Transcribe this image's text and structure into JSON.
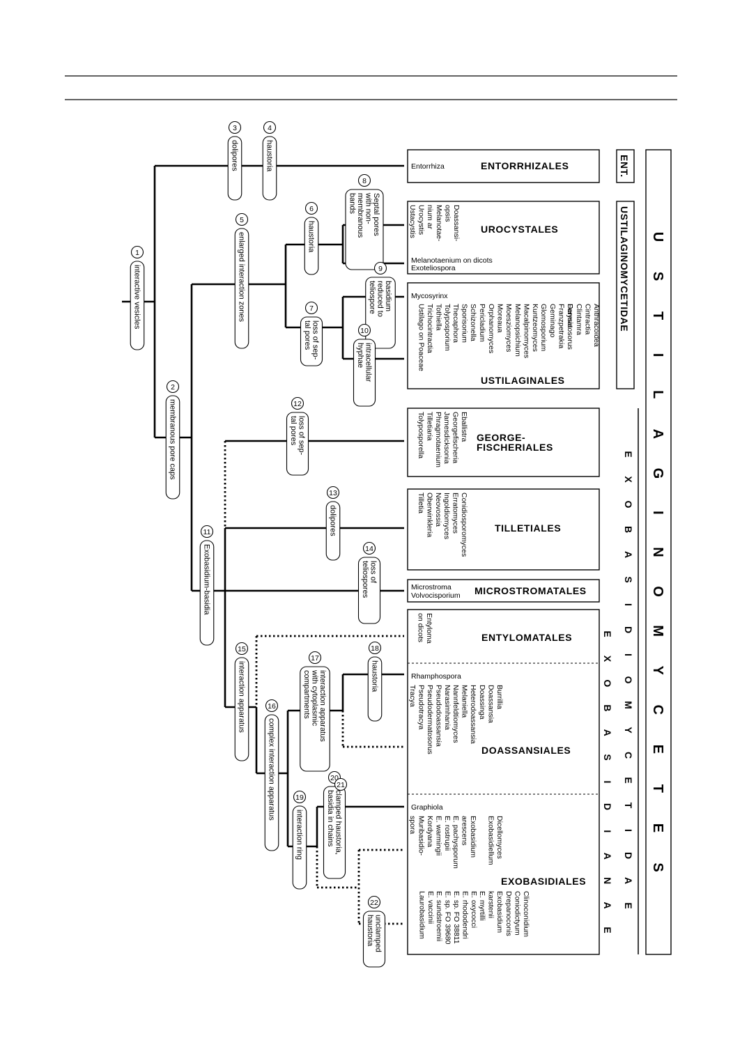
{
  "clades": {
    "main": "USTILAGINOMYCETES",
    "ustilaginomycetidae": "USTILAGINOMYCETIDAE",
    "ent": "ENT.",
    "exobasidiomycetidae": "EXOBASIDIOMYCETIDAE",
    "exobasidianae": "EXOBASIDIANAE"
  },
  "orders": {
    "entorrhizales": "ENTORRHIZALES",
    "urocystales": "UROCYSTALES",
    "ustilaginales": "USTILAGINALES",
    "georgefischeriales": [
      "GEORGE-",
      "FISCHERIALES"
    ],
    "tilletiales": "TILLETIALES",
    "microstromatales": "MICROSTROMATALES",
    "entylomatales": "ENTYLOMATALES",
    "doassansiales": "DOASSANSIALES",
    "exobasidiales": "EXOBASIDIALES"
  },
  "genera": {
    "entorrhizales": [
      "Entorrhiza"
    ],
    "urocystales_a": [
      "Doassansi-",
      "opsis",
      "Melanotae-",
      "nium ar",
      "Urocystis",
      "Ustacystis"
    ],
    "urocystales_b": [
      "Melanotaenium on dicots",
      "Exoteliospora"
    ],
    "ustilaginales_a": [
      "Mycosyrinx"
    ],
    "ustilaginales_b": [
      "Schizonella",
      "Sporisorium",
      "Thecaphora",
      "Tolyposporium",
      "Tothiella",
      "Trichocintractia",
      "Ustilago on Poaceae"
    ],
    "ustilaginales_c": [
      "Moesziomyces",
      "Moreaua",
      "Orphanomyces",
      "Pericladium"
    ],
    "ustilaginales_d": [
      "Kuntzeomyces",
      "Macalpinomyces",
      "Melanopsichium"
    ],
    "ustilaginales_e": [
      "Farysia",
      "Franzpetrakia",
      "Geminago",
      "Glomosporium"
    ],
    "ustilaginales_f": [
      "Anthracoidea",
      "Cintractia",
      "Clintamra",
      "Dermatosorus"
    ],
    "georgefischeriales": [
      "Eballistra",
      "Georgefischeria",
      "Jamesdicksonia",
      "Phragmotaenium",
      "Tilletiaria",
      "Tolyposporella"
    ],
    "tilletiales_a": [
      "Conidiosporomyces",
      "Erratomyces",
      "Ingoldiomyces",
      "Neovossia",
      "Oberwinkleria",
      "Tilletia"
    ],
    "microstromatales": [
      "Microstroma",
      "Volvocisporium"
    ],
    "entylomatales": [
      "Entyloma",
      "on dicots"
    ],
    "doassansiales_a": [
      "Rhamphospora"
    ],
    "doassansiales_b": [
      "Heterodoassansia",
      "Melaniella",
      "Nannfeldtiomyces",
      "Narasimhania",
      "Pseudodoassansia",
      "Pseudodermatosorus",
      "Pseudotracya",
      "Tracya"
    ],
    "doassansiales_c": [
      "Burrillia",
      "Doassansia",
      "Doassinga"
    ],
    "exobasidiales_a": [
      "Graphiola"
    ],
    "exobasidiales_b": [
      "Exobasidium",
      "arescens",
      "E. pachysporum",
      "E. rostrupii",
      "E. warmingii",
      "Kordyana",
      "Muribasidio-",
      "spora"
    ],
    "exobasidiales_c": [
      "Dicellomyces",
      "Exobasidiellum"
    ],
    "exobasidiales_d": [
      "Exobasidium",
      "karstenii",
      "E. myrtilli",
      "E. oxycocci",
      "E. rhododendri",
      "E. sp. FO 38811",
      "E. sp. FO 39680",
      "E. sundstroemii",
      "E. vaccinii",
      "Laurobasidium"
    ],
    "exobasidiales_e": [
      "Clinoconidium",
      "Coniodictyum",
      "Drepanoconis"
    ]
  },
  "characters": [
    {
      "n": "1",
      "lines": [
        "interactive vesicles"
      ]
    },
    {
      "n": "2",
      "lines": [
        "membranous pore caps"
      ]
    },
    {
      "n": "3",
      "lines": [
        "dolipores"
      ]
    },
    {
      "n": "4",
      "lines": [
        "haustoria"
      ]
    },
    {
      "n": "5",
      "lines": [
        "enlarged interaction zones"
      ]
    },
    {
      "n": "6",
      "lines": [
        "haustoria"
      ]
    },
    {
      "n": "7",
      "lines": [
        "loss of sep-",
        "tal pores"
      ]
    },
    {
      "n": "8",
      "lines": [
        "Septal pores",
        "with non-",
        "membranous",
        "bands"
      ]
    },
    {
      "n": "9",
      "lines": [
        "basidium",
        "reduced to",
        "teliospore"
      ]
    },
    {
      "n": "10",
      "lines": [
        "intracellular",
        "hyphae"
      ]
    },
    {
      "n": "11",
      "lines": [
        "Exobasidium-basidia"
      ]
    },
    {
      "n": "12",
      "lines": [
        "loss of sep-",
        "tal pores"
      ]
    },
    {
      "n": "13",
      "lines": [
        "dolipores"
      ]
    },
    {
      "n": "14",
      "lines": [
        "loss of",
        "teliospores"
      ]
    },
    {
      "n": "15",
      "lines": [
        "interaction apparatus"
      ]
    },
    {
      "n": "16",
      "lines": [
        "complex interaction apparatus"
      ]
    },
    {
      "n": "17",
      "lines": [
        "interaction apparatus",
        "with cytoplasmic",
        "compartments"
      ]
    },
    {
      "n": "18",
      "lines": [
        "haustoria"
      ]
    },
    {
      "n": "19",
      "lines": [
        "interaction ring"
      ]
    },
    {
      "n": "20",
      "lines": [
        "clamped haustoria,",
        "basidia in chains"
      ]
    },
    {
      "n": "21",
      "lines": [
        ""
      ]
    },
    {
      "n": "22",
      "lines": [
        "unclamped",
        "haustoria"
      ]
    }
  ]
}
